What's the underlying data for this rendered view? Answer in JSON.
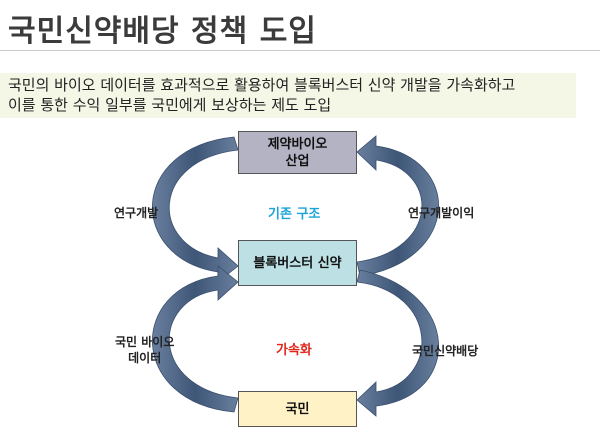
{
  "title": "국민신약배당 정책 도입",
  "summary": {
    "line1": "국민의 바이오 데이터를 효과적으로 활용하여 블록버스터 신약 개발을 가속화하고",
    "line2": "이를 통한 수익 일부를 국민에게 보상하는 제도 도입"
  },
  "diagram": {
    "boxes": {
      "top_line1": "제약바이오",
      "top_line2": "산업",
      "middle": "블록버스터 신약",
      "bottom": "국민"
    },
    "labels": {
      "left_top": "연구개발",
      "right_top": "연구개발이익",
      "left_bottom_line1": "국민 바이오",
      "left_bottom_line2": "데이터",
      "right_bottom": "국민신약배당"
    },
    "center_top": "기존 구조",
    "center_bottom": "가속화",
    "colors": {
      "center_top": "#1ba4d8",
      "center_bottom": "#e0271c",
      "box_top": "#b4b3c3",
      "box_middle": "#bde0e4",
      "box_bottom": "#fff2c6",
      "arrow": "#4a6283"
    }
  }
}
